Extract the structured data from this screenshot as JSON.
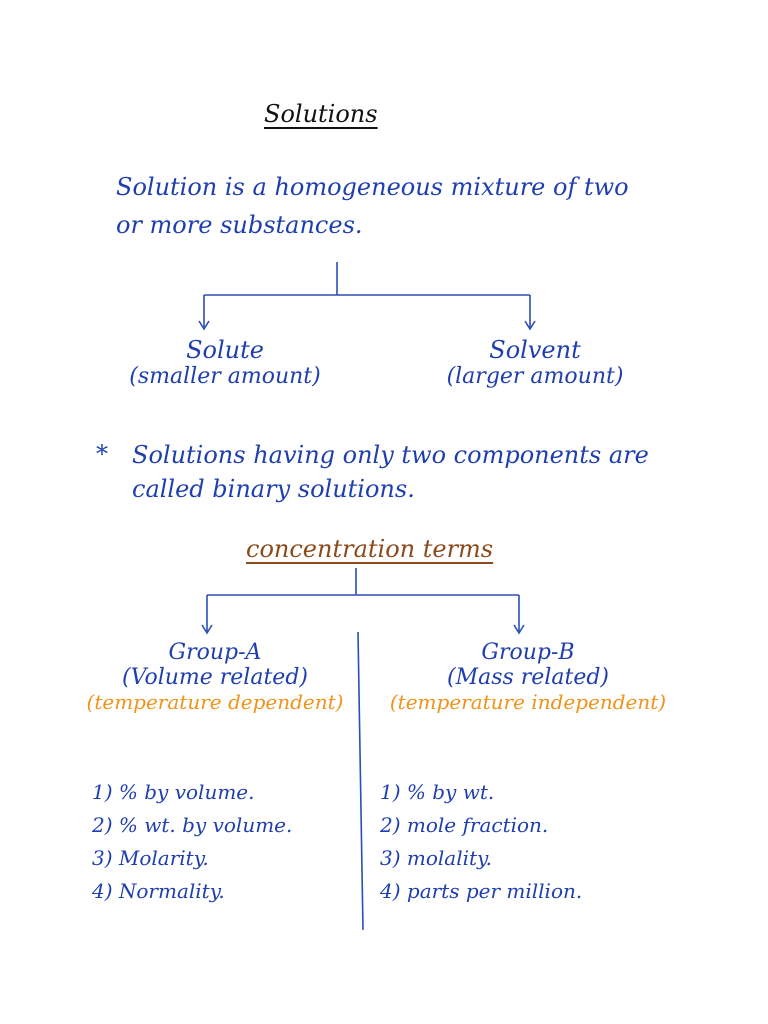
{
  "title": "Solutions",
  "definition": {
    "line1": "Solution is a homogeneous mixture of two",
    "line2": "or more substances."
  },
  "solute": {
    "label": "Solute",
    "note": "(smaller amount)"
  },
  "solvent": {
    "label": "Solvent",
    "note": "(larger amount)"
  },
  "note": {
    "star": "*",
    "line1": "Solutions having only two components are",
    "line2": "called binary solutions."
  },
  "concentration_title": "concentration terms",
  "group_a": {
    "label": "Group-A",
    "type": "(Volume related)",
    "temperature": "(temperature dependent)",
    "items": [
      "1) % by volume.",
      "2) % wt. by volume.",
      "3) Molarity.",
      "4) Normality."
    ]
  },
  "group_b": {
    "label": "Group-B",
    "type": "(Mass related)",
    "temperature": "(temperature independent)",
    "items": [
      "1) % by wt.",
      "2) mole fraction.",
      "3) molality.",
      "4) parts per million."
    ]
  },
  "colors": {
    "ink_blue": "#1f3fae",
    "ink_brown": "#8b4a1c",
    "ink_orange": "#f0931a",
    "line_blue": "#2b4fb5"
  }
}
